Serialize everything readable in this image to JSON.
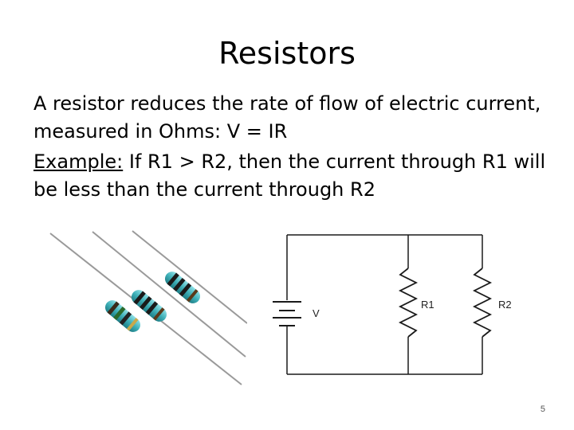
{
  "slide": {
    "title": "Resistors",
    "paragraph1": {
      "text": "A resistor reduces the rate of flow of electric current, measured in Ohms: V = IR"
    },
    "paragraph2": {
      "label": "Example:",
      "text": " If R1 > R2, then the current through R1 will be less than the current through R2"
    },
    "circuit": {
      "source_label": "V",
      "r1_label": "R1",
      "r2_label": "R2"
    },
    "page_number": "5"
  },
  "colors": {
    "resistor_body": "#3fb0b8",
    "wire": "#1a1a1a"
  },
  "icons": {
    "photo": "resistors-photo-icon",
    "battery": "battery-icon",
    "resistor": "resistor-zigzag-icon"
  }
}
